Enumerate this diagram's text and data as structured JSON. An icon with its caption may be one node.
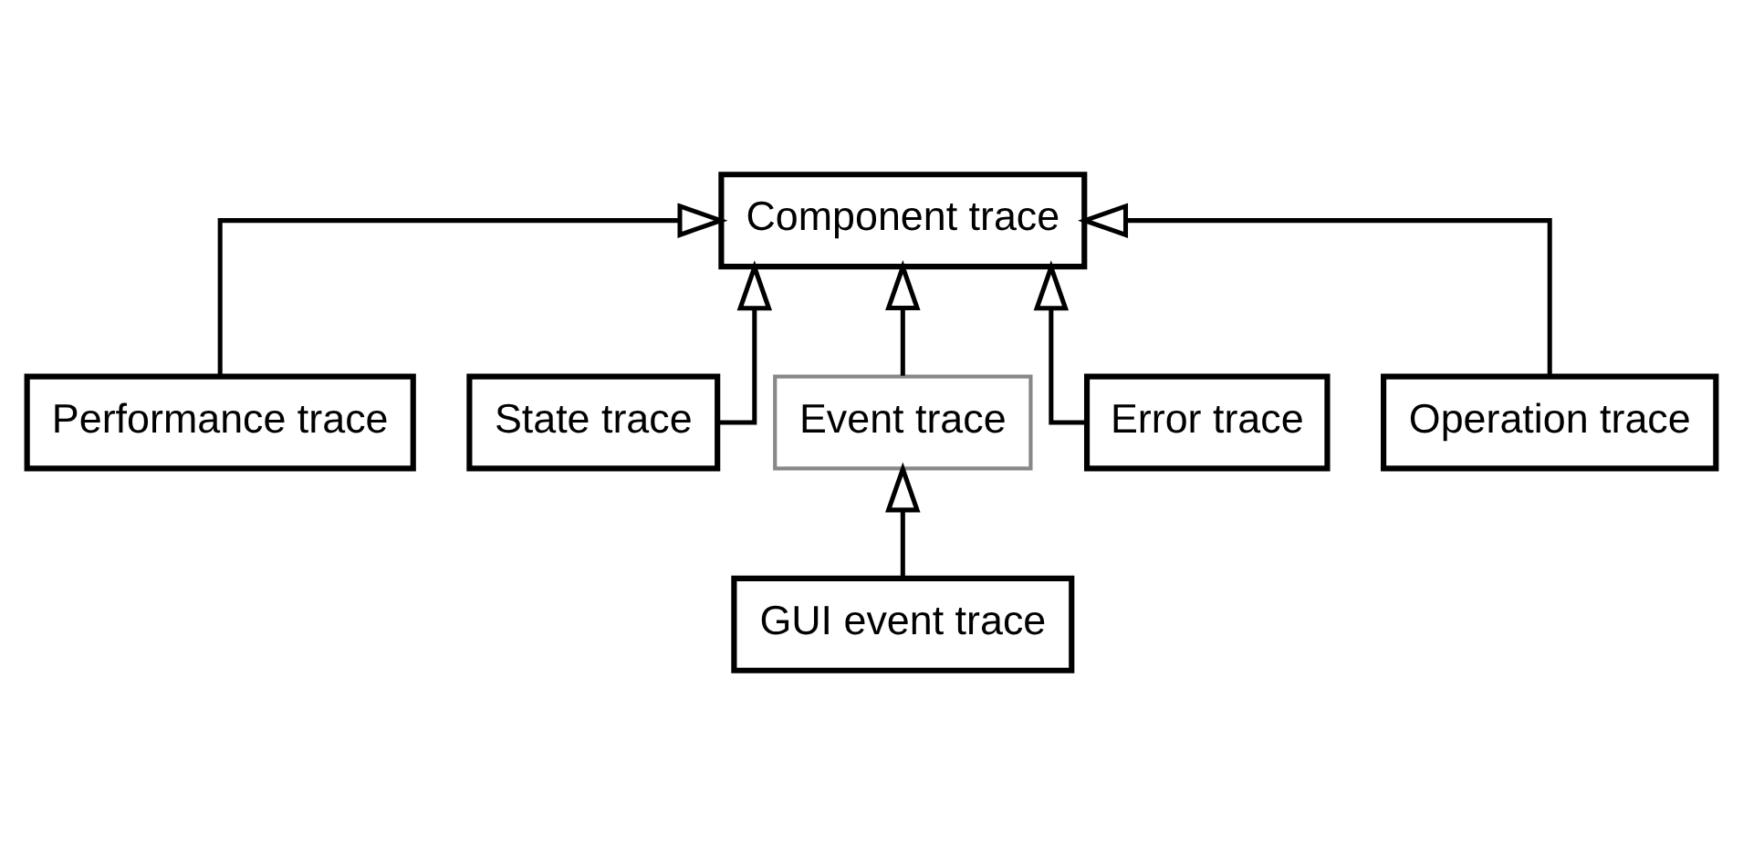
{
  "diagram": {
    "nodes": [
      {
        "text": [
          "Component trace"
        ]
      },
      {
        "text": [
          "Performance trace"
        ]
      },
      {
        "text": [
          "State trace"
        ]
      },
      {
        "text": [
          "Event trace"
        ]
      },
      {
        "text": [
          "Error trace"
        ]
      },
      {
        "text": [
          "Operation trace"
        ]
      },
      {
        "text": [
          "GUI event trace"
        ]
      }
    ],
    "edges": [
      {
        "from": 1,
        "to": 0,
        "arrow": "to"
      },
      {
        "from": 2,
        "to": 0,
        "arrow": "to"
      },
      {
        "from": 3,
        "to": 0,
        "arrow": "to"
      },
      {
        "from": 4,
        "to": 0,
        "arrow": "to"
      },
      {
        "from": 5,
        "to": 0,
        "arrow": "to"
      },
      {
        "from": 6,
        "to": 3,
        "arrow": "to"
      }
    ]
  }
}
